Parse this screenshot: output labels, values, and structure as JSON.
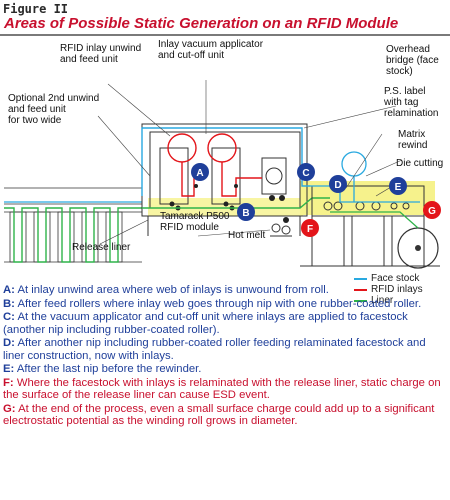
{
  "figure_label": "Figure II",
  "title": "Areas of Possible Static Generation on an RFID Module",
  "diagram_labels": {
    "rfid_unwind": "RFID inlay unwind\nand feed unit",
    "vacuum": "Inlay vacuum applicator\nand cut-off unit",
    "overhead": "Overhead\nbridge (face\nstock)",
    "optional": "Optional 2nd unwind\nand feed unit\nfor two wide",
    "ps_label": "P.S. label\nwith tag\nrelamination",
    "matrix": "Matrix\nrewind",
    "die_cutting": "Die cutting",
    "tamarack": "Tamarack P500\nRFID module",
    "hot_melt": "Hot melt",
    "release_liner": "Release liner"
  },
  "markers": [
    "A",
    "B",
    "C",
    "D",
    "E",
    "F",
    "G"
  ],
  "legend": [
    {
      "label": "Face stock",
      "color": "#29a9e0"
    },
    {
      "label": "RFID inlays",
      "color": "#e3151a"
    },
    {
      "label": "Liner",
      "color": "#2fb34a"
    }
  ],
  "colors": {
    "blue_marker": "#1f3f9a",
    "red_marker": "#e3151a",
    "highlight": "#f6f28c"
  },
  "notes": [
    {
      "key": "A:",
      "text": "At inlay unwind area where web of inlays is unwound from roll.",
      "color": "blue"
    },
    {
      "key": "B:",
      "text": "After feed rollers where inlay web goes through nip with one rubber-coated roller.",
      "color": "blue"
    },
    {
      "key": "C:",
      "text": "At the vacuum applicator and cut-off unit where inlays are applied to facestock (another nip including rubber-coated roller).",
      "color": "blue"
    },
    {
      "key": "D:",
      "text": "After another nip including rubber-coated roller feeding relaminated facestock and liner construction, now with inlays.",
      "color": "blue"
    },
    {
      "key": "E:",
      "text": "After the last nip before the rewinder.",
      "color": "blue"
    },
    {
      "key": "F:",
      "text": "Where the facestock with inlays is relaminated with the release liner, static charge on the surface of the release liner can cause ESD event.",
      "color": "red"
    },
    {
      "key": "G:",
      "text": "At the end of the process, even a small surface charge could add up to a significant electrostatic potential as the winding roll grows in diameter.",
      "color": "red"
    }
  ]
}
